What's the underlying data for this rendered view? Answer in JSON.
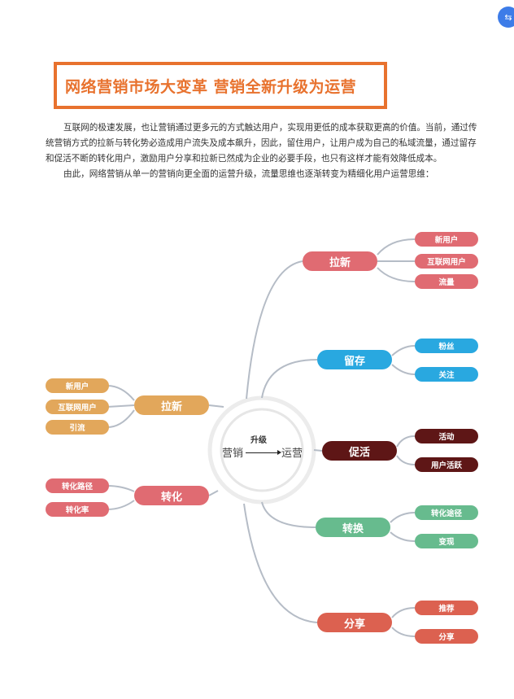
{
  "title": "网络营销市场大变革 营销全新升级为运营",
  "paragraphs": [
    "互联网的极速发展，也让营销通过更多元的方式触达用户，实现用更低的成本获取更高的价值。当前，通过传统营销方式的拉新与转化势必造成用户流失及成本飙升，因此，留住用户，让用户成为自己的私域流量，通过留存和促活不断的转化用户，激励用户分享和拉新已然成为企业的必要手段，也只有这样才能有效降低成本。",
    "由此，网络营销从单一的营销向更全面的运营升级，流量思维也逐渐转变为精细化用户运营思维："
  ],
  "center": {
    "from": "营销",
    "arrow_label": "升级",
    "to": "运营"
  },
  "right_branches": [
    {
      "label": "拉新",
      "color": "#e06b72",
      "children": [
        "新用户",
        "互联网用户",
        "流量"
      ]
    },
    {
      "label": "留存",
      "color": "#29a8e0",
      "children": [
        "粉丝",
        "关注"
      ]
    },
    {
      "label": "促活",
      "color": "#5e1616",
      "children": [
        "活动",
        "用户活跃"
      ]
    },
    {
      "label": "转换",
      "color": "#67bb8e",
      "children": [
        "转化途径",
        "变现"
      ]
    },
    {
      "label": "分享",
      "color": "#dc6150",
      "children": [
        "推荐",
        "分享"
      ]
    }
  ],
  "left_branches": [
    {
      "label": "拉新",
      "color": "#e2a75b",
      "children": [
        "新用户",
        "互联网用户",
        "引流"
      ]
    },
    {
      "label": "转化",
      "color": "#e06b72",
      "children": [
        "转化路径",
        "转化率"
      ]
    }
  ],
  "overlay_icon": "translate-icon"
}
